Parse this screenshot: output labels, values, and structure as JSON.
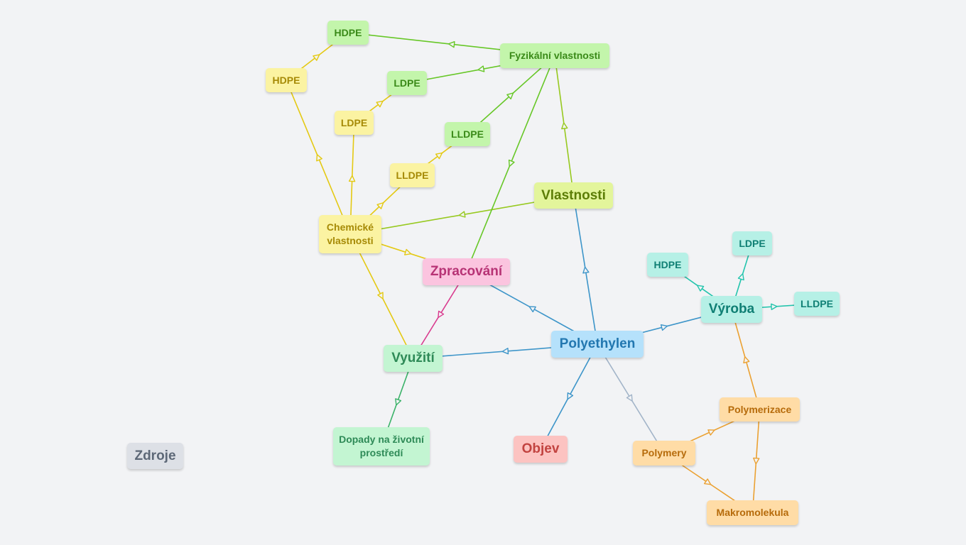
{
  "nodes": {
    "polyethylen": "Polyethylen",
    "vlastnosti": "Vlastnosti",
    "fyzikalni": "Fyzikální vlastnosti",
    "chemicke": "Chemické vlastnosti",
    "hdpe_f": "HDPE",
    "ldpe_f": "LDPE",
    "lldpe_f": "LLDPE",
    "hdpe_c": "HDPE",
    "ldpe_c": "LDPE",
    "lldpe_c": "LLDPE",
    "zpracovani": "Zpracování",
    "vyuziti": "Využití",
    "dopady": "Dopady na životní prostředí",
    "vyroba": "Výroba",
    "hdpe_v": "HDPE",
    "ldpe_v": "LDPE",
    "lldpe_v": "LLDPE",
    "polymerizace": "Polymerizace",
    "polymery": "Polymery",
    "makromolekula": "Makromolekula",
    "objev": "Objev",
    "zdroje": "Zdroje"
  },
  "colors": {
    "blue": "#3d95c9",
    "lime": "#97c91f",
    "green": "#67c727",
    "yellow": "#e4c913",
    "pink": "#d93a8e",
    "mint": "#3ab268",
    "teal": "#22c4ac",
    "orange": "#eba132",
    "gray": "#a2b4c8"
  },
  "edges": [
    {
      "from": "polyethylen",
      "to": "vlastnosti",
      "color": "blue"
    },
    {
      "from": "polyethylen",
      "to": "zpracovani",
      "color": "blue"
    },
    {
      "from": "polyethylen",
      "to": "vyuziti",
      "color": "blue"
    },
    {
      "from": "polyethylen",
      "to": "vyroba",
      "color": "blue"
    },
    {
      "from": "polyethylen",
      "to": "objev",
      "color": "blue"
    },
    {
      "from": "polyethylen",
      "to": "polymery",
      "color": "gray"
    },
    {
      "from": "vlastnosti",
      "to": "fyzikalni",
      "color": "lime"
    },
    {
      "from": "vlastnosti",
      "to": "chemicke",
      "color": "lime"
    },
    {
      "from": "fyzikalni",
      "to": "hdpe_f",
      "color": "green"
    },
    {
      "from": "fyzikalni",
      "to": "ldpe_f",
      "color": "green"
    },
    {
      "from": "lldpe_f",
      "to": "fyzikalni",
      "color": "green"
    },
    {
      "from": "fyzikalni",
      "to": "zpracovani",
      "color": "green"
    },
    {
      "from": "chemicke",
      "to": "hdpe_c",
      "color": "yellow"
    },
    {
      "from": "chemicke",
      "to": "ldpe_c",
      "color": "yellow"
    },
    {
      "from": "chemicke",
      "to": "lldpe_c",
      "color": "yellow"
    },
    {
      "from": "chemicke",
      "to": "zpracovani",
      "color": "yellow"
    },
    {
      "from": "chemicke",
      "to": "vyuziti",
      "color": "yellow"
    },
    {
      "from": "hdpe_c",
      "to": "hdpe_f",
      "color": "yellow"
    },
    {
      "from": "ldpe_c",
      "to": "ldpe_f",
      "color": "yellow"
    },
    {
      "from": "lldpe_c",
      "to": "lldpe_f",
      "color": "yellow"
    },
    {
      "from": "zpracovani",
      "to": "vyuziti",
      "color": "pink"
    },
    {
      "from": "vyuziti",
      "to": "dopady",
      "color": "mint"
    },
    {
      "from": "vyroba",
      "to": "hdpe_v",
      "color": "teal"
    },
    {
      "from": "vyroba",
      "to": "ldpe_v",
      "color": "teal"
    },
    {
      "from": "vyroba",
      "to": "lldpe_v",
      "color": "teal"
    },
    {
      "from": "polymerizace",
      "to": "vyroba",
      "color": "orange"
    },
    {
      "from": "polymery",
      "to": "polymerizace",
      "color": "orange"
    },
    {
      "from": "polymery",
      "to": "makromolekula",
      "color": "orange"
    },
    {
      "from": "polymerizace",
      "to": "makromolekula",
      "color": "orange"
    }
  ]
}
